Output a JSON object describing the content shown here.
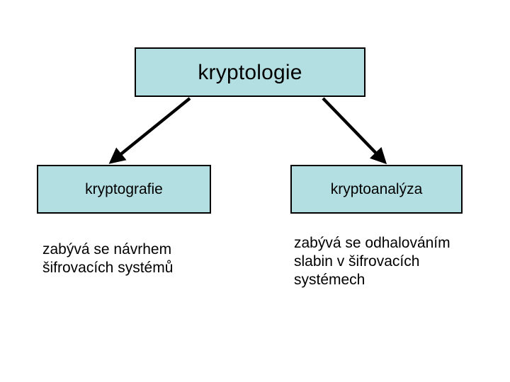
{
  "diagram": {
    "type": "hierarchy-tree",
    "title": "kryptologie",
    "background_color": "#FFFFFF",
    "node_fill_color": "#B3DEE2",
    "node_border_color": "#000000",
    "text_color": "#000000",
    "nodes": [
      {
        "id": "root",
        "label": "kryptologie",
        "level": 0
      },
      {
        "id": "cryptography",
        "label": "kryptografie",
        "level": 1
      },
      {
        "id": "cryptanalysis",
        "label": "kryptoanalýza",
        "level": 1
      }
    ],
    "edges": [
      {
        "id": "edge-root-cryptography",
        "from": "root",
        "to": "cryptography",
        "style": "solid-arrow"
      },
      {
        "id": "edge-root-cryptanalysis",
        "from": "root",
        "to": "cryptanalysis",
        "style": "solid-arrow"
      }
    ],
    "descriptions": [
      {
        "id": "desc-cryptography",
        "for": "cryptography",
        "text": "zabývá se návrhem\nšifrovacích systémů"
      },
      {
        "id": "desc-cryptanalysis",
        "for": "cryptanalysis",
        "text": "zabývá se odhalováním\nslabin v šifrovacích\nsystémech"
      }
    ]
  }
}
